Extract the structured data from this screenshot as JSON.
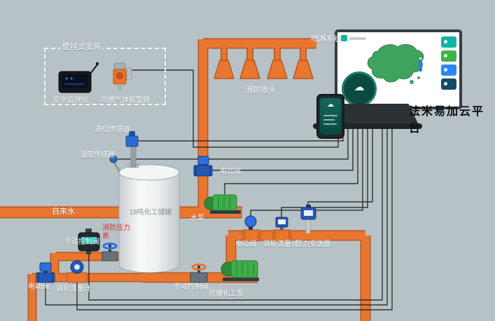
{
  "colors": {
    "background": "#b6c2c6",
    "pipe": "#e8762f",
    "pipe_edge": "#b9551e",
    "signal_line": "#1b1b1b",
    "pump_green": "#3fae49",
    "valve_blue": "#2458b8",
    "alert_red": "#e03030",
    "platform_teal": "#14b0a0"
  },
  "wall_mount_box": {
    "title": "壁挂式安装",
    "safety_monitor": "安全监测仪",
    "gas_alarm": "可燃气体报警器"
  },
  "sprinkler": {
    "system": "喷淋系统",
    "heads": "消防喷头",
    "head_count": 4
  },
  "cloud": {
    "platform": "法米易加云平台",
    "cloud_icon_glyph": "☁"
  },
  "tank": {
    "name": "18吨化工储罐"
  },
  "labels": {
    "level_sensor": "液位传感器",
    "temp_sensor": "温度传感器",
    "electric_valve_top": "电动阀",
    "tap_water": "自来水",
    "water_pump": "水泵",
    "fire_pressure_gauge": "消防压力表",
    "manual_valve_left": "手动控制阀",
    "electric_valve_mid": "电动阀",
    "turbine_flowmeter_mid": "涡轮流量计",
    "pressure_transmitter": "压力变送器",
    "manual_valve_bottom": "手动控制阀",
    "explosion_proof_pump": "防爆化工泵",
    "electric_valve_bottom_left": "电动阀",
    "turbine_flowmeter_bottom_left": "涡轮流量计"
  }
}
